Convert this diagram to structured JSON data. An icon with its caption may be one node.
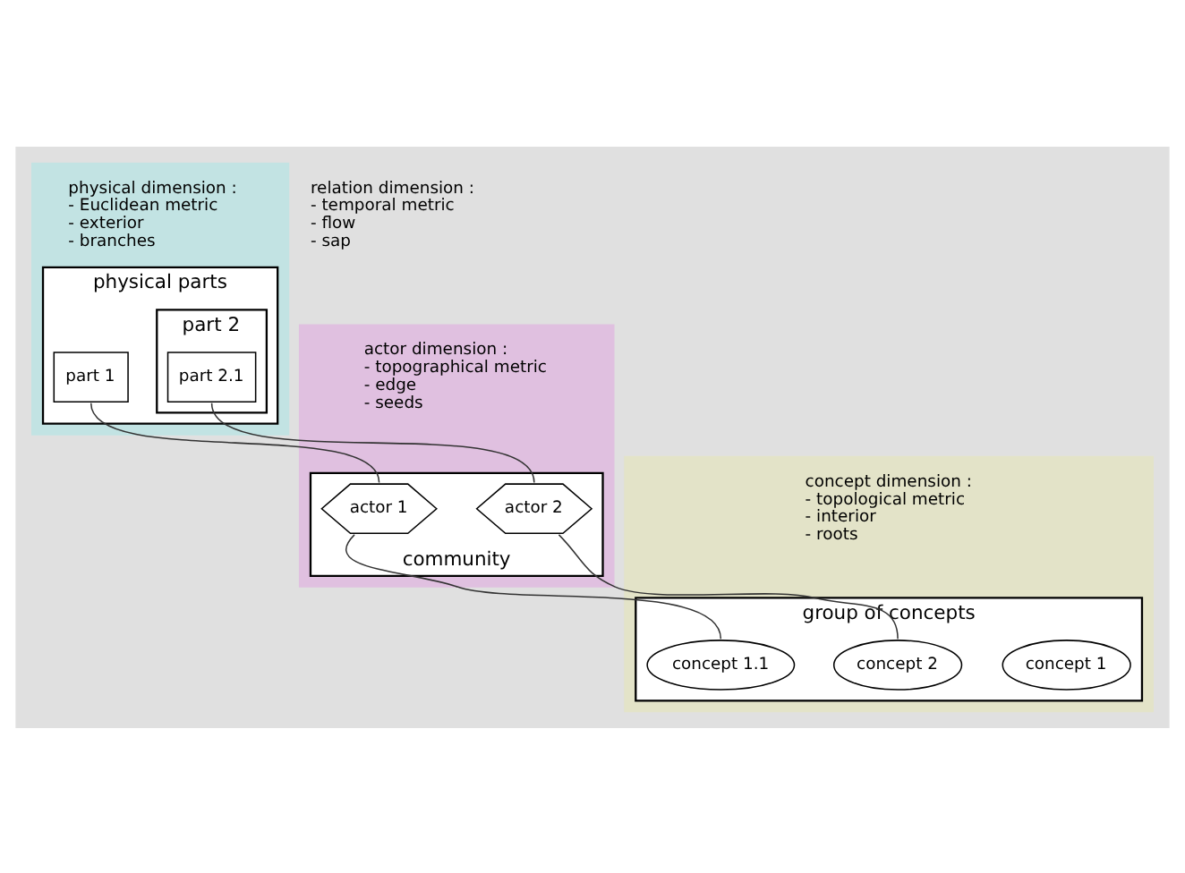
{
  "diagram": {
    "nodes": [
      {
        "text": [
          "physical dimension :",
          "- Euclidean metric",
          "- exterior",
          "- branches"
        ]
      },
      {
        "text": [
          "physical parts"
        ],
        "in": 0
      },
      {
        "text": [
          "part 1"
        ],
        "in": 1
      },
      {
        "text": [
          "part 2"
        ],
        "in": 1
      },
      {
        "text": [
          "part 2.1"
        ],
        "in": 3
      },
      {
        "text": [
          "actor dimension :",
          "- topographical metric",
          "- edge",
          "- seeds"
        ]
      },
      {
        "text": [
          "community"
        ],
        "in": 5
      },
      {
        "text": [
          "actor 1"
        ],
        "in": 6
      },
      {
        "text": [
          "actor 2"
        ],
        "in": 6
      },
      {
        "text": [
          "concept dimension :",
          "- topological metric",
          "- interior",
          "- roots"
        ]
      },
      {
        "text": [
          "group of concepts"
        ],
        "in": 9
      },
      {
        "text": [
          "concept 1"
        ],
        "in": 10
      },
      {
        "text": [
          "concept 1.1"
        ],
        "in": 10
      },
      {
        "text": [
          "concept 2"
        ],
        "in": 10
      }
    ],
    "edges": [
      {
        "from": 2,
        "to": 7,
        "arrow": "none"
      },
      {
        "from": 4,
        "to": 8,
        "arrow": "none"
      },
      {
        "from": 7,
        "to": 12,
        "arrow": "none"
      },
      {
        "from": 8,
        "to": 13,
        "arrow": "none"
      }
    ],
    "labels": [
      "relation dimension :",
      "- temporal metric",
      "- flow",
      "- sap"
    ]
  }
}
